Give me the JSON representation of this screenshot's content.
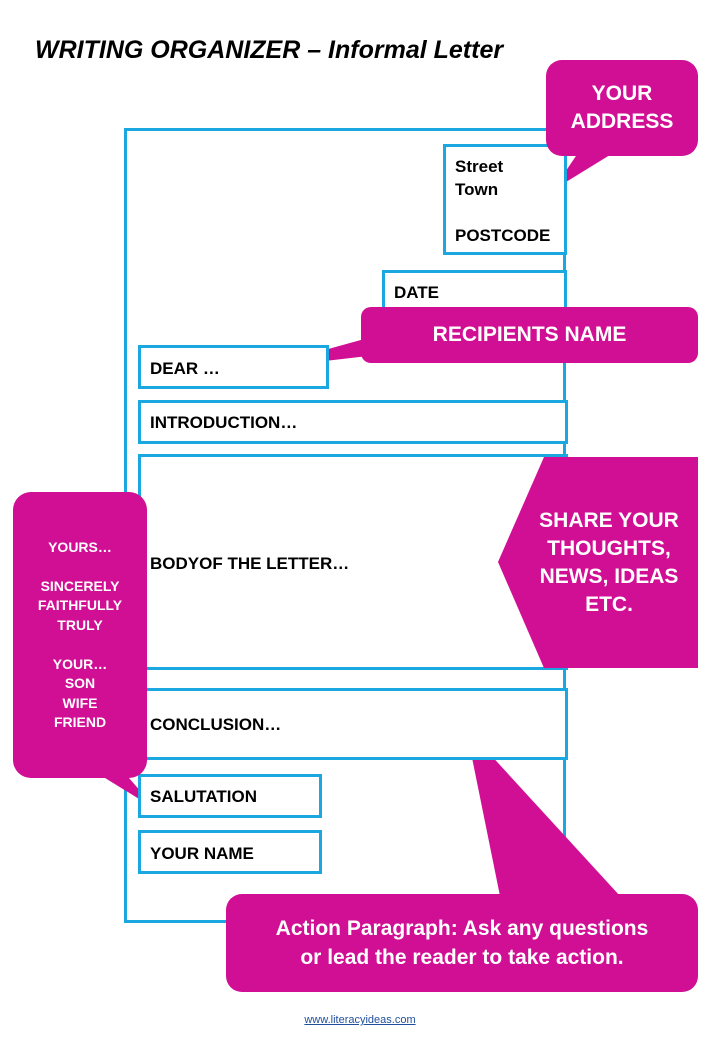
{
  "title": "WRITING ORGANIZER – Informal Letter",
  "address_box": {
    "street": "Street",
    "town": "Town",
    "postcode": "POSTCODE"
  },
  "boxes": {
    "date": "DATE",
    "dear": "DEAR …",
    "introduction": "INTRODUCTION…",
    "body": "BODYOF THE LETTER…",
    "conclusion": "CONCLUSION…",
    "salutation": "SALUTATION",
    "your_name": "YOUR NAME"
  },
  "callouts": {
    "your_address": [
      "YOUR",
      "ADDRESS"
    ],
    "recipients_name": "RECIPIENTS NAME",
    "share": [
      "SHARE YOUR",
      "THOUGHTS,",
      "NEWS, IDEAS",
      "ETC."
    ],
    "closing": {
      "yours": "YOURS…",
      "sincerely": "SINCERELY",
      "faithfully": "FAITHFULLY",
      "truly": "TRULY",
      "your": "YOUR…",
      "son": "SON",
      "wife": "WIFE",
      "friend": "FRIEND"
    },
    "action": [
      "Action Paragraph:  Ask any questions",
      "or lead the reader to take action."
    ]
  },
  "footer": "www.literacyideas.com",
  "colors": {
    "frame_blue": "#1ba7e0",
    "callout_magenta": "#d10f94"
  }
}
